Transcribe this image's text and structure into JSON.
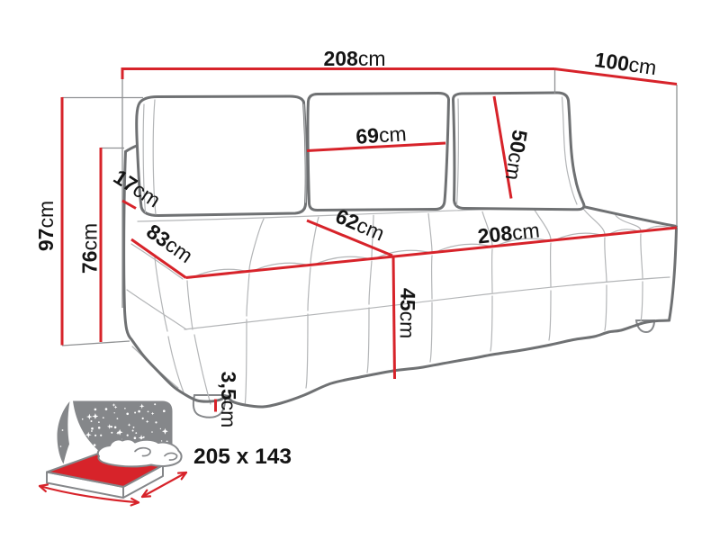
{
  "diagram": {
    "title": "sofa-bed-dimensions",
    "colors": {
      "dimension_red": "#d7232a",
      "outline_gray": "#6f7173",
      "seam_gray": "#aeb0b2",
      "extension_gray": "#8f9193",
      "text_black": "#141414",
      "muted_gray": "#8a8c8e",
      "background": "#ffffff"
    },
    "dimensions": {
      "width_top": {
        "value": "208",
        "unit": "cm"
      },
      "depth_top": {
        "value": "100",
        "unit": "cm"
      },
      "back_cushion_width": {
        "value": "69",
        "unit": "cm"
      },
      "back_cushion_height": {
        "value": "50",
        "unit": "cm"
      },
      "backrest_thickness": {
        "value": "17",
        "unit": "cm"
      },
      "total_height": {
        "value": "97",
        "unit": "cm"
      },
      "backrest_height": {
        "value": "76",
        "unit": "cm"
      },
      "seat_depth_side": {
        "value": "83",
        "unit": "cm"
      },
      "seat_depth_top": {
        "value": "62",
        "unit": "cm"
      },
      "seat_width_front": {
        "value": "208",
        "unit": "cm"
      },
      "seat_height": {
        "value": "45",
        "unit": "cm"
      },
      "leg_height": {
        "value": "3,5",
        "unit": "cm"
      }
    },
    "sleeping_area": {
      "label": "205 x 143"
    }
  }
}
